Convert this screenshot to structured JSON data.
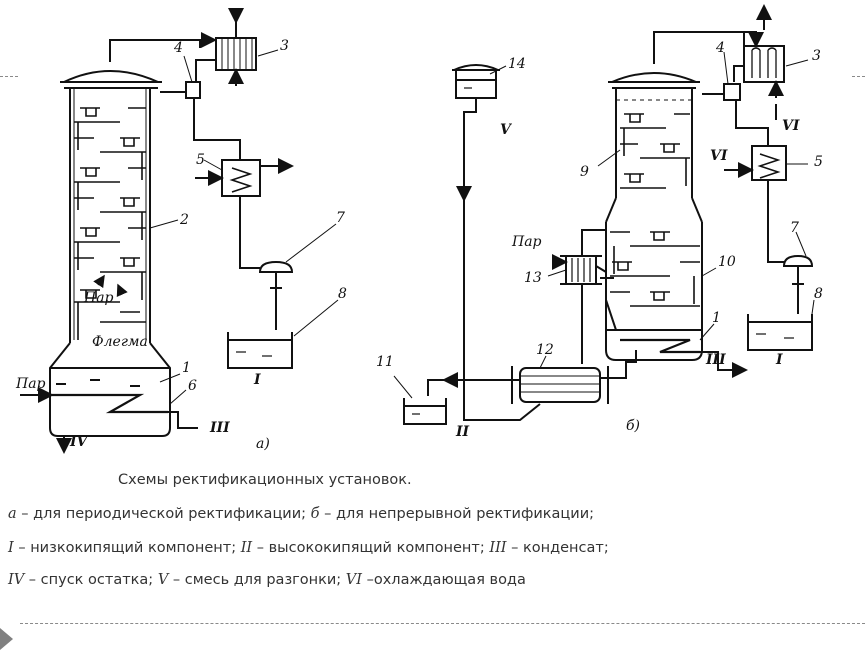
{
  "labels_a": {
    "n1": "1",
    "n2": "2",
    "n3": "3",
    "n4": "4",
    "n5": "5",
    "n6": "6",
    "n7": "7",
    "n8": "8",
    "steam": "Пар",
    "steam2": "Пар",
    "reflux": "Флегма",
    "out_I": "I",
    "out_III": "III",
    "out_IV": "IV",
    "panel": "а)"
  },
  "labels_b": {
    "n1": "1",
    "n3": "3",
    "n4": "4",
    "n5": "5",
    "n7": "7",
    "n8": "8",
    "n9": "9",
    "n10": "10",
    "n11": "11",
    "n12": "12",
    "n13": "13",
    "n14": "14",
    "steam": "Пар",
    "out_I": "I",
    "out_II": "II",
    "out_III": "III",
    "in_V": "V",
    "in_VI_left": "VI",
    "in_VI_right": "VI",
    "panel": "б)"
  },
  "caption": {
    "title": "Схемы ректификационных установок.",
    "line1": [
      {
        "sym": "а",
        "text": " – для периодической ректификации; "
      },
      {
        "sym": "б",
        "text": " – для непрерывной ректификации;"
      }
    ],
    "line2": [
      {
        "sym": "I",
        "text": " – низкокипящий компонент; "
      },
      {
        "sym": "II",
        "text": " – высококипящий компонент; "
      },
      {
        "sym": "III",
        "text": " – конденсат;"
      }
    ],
    "line3": [
      {
        "sym": "IV",
        "text": " – спуск остатка; "
      },
      {
        "sym": "V",
        "text": " – смесь для разгонки; "
      },
      {
        "sym": "VI",
        "text": " –охлаждающая вода"
      }
    ]
  },
  "icons": {
    "nav": "play-triangle-icon"
  },
  "colors": {
    "line": "#111111",
    "caption": "#333333",
    "divider": "#8a8a8a",
    "nav": "#808080"
  }
}
